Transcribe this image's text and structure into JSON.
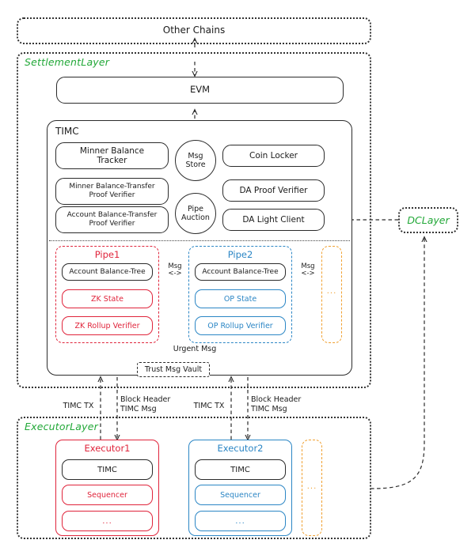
{
  "diagram": {
    "title": "Blockchain layered architecture diagram",
    "colors": {
      "green_layer_label": "#22a838",
      "red_pipe": "#e0243b",
      "blue_pipe": "#2b86c5",
      "amber_pipe": "#f0a030",
      "stroke": "#2b2b2b",
      "background": "#ffffff"
    }
  },
  "other_chains": {
    "label": "Other Chains"
  },
  "settlement_layer": {
    "label": "SettlementLayer",
    "evm": {
      "label": "EVM"
    },
    "timc": {
      "title": "TIMC",
      "left_modules": [
        {
          "label": "Minner Balance\nTracker",
          "line1": "Minner Balance",
          "line2": "Tracker"
        },
        {
          "label": "Minner Balance-Transfer\nProof Verifier",
          "line1": "Minner Balance-Transfer",
          "line2": "Proof Verifier"
        },
        {
          "label": "Account Balance-Transfer\nProof Verifier",
          "line1": "Account Balance-Transfer",
          "line2": "Proof Verifier"
        }
      ],
      "center_circles": [
        {
          "line1": "Msg",
          "line2": "Store"
        },
        {
          "line1": "Pipe",
          "line2": "Auction"
        }
      ],
      "right_modules": [
        {
          "label": "Coin Locker"
        },
        {
          "label": "DA Proof Verifier"
        },
        {
          "label": "DA Light Client"
        }
      ],
      "pipes": [
        {
          "title": "Pipe1",
          "color": "#e0243b",
          "items": [
            {
              "label": "Account Balance-Tree",
              "style": "neutral"
            },
            {
              "label": "ZK State",
              "style": "color"
            },
            {
              "label": "ZK Rollup Verifier",
              "style": "color"
            }
          ]
        },
        {
          "title": "Pipe2",
          "color": "#2b86c5",
          "items": [
            {
              "label": "Account Balance-Tree",
              "style": "neutral"
            },
            {
              "label": "OP State",
              "style": "color"
            },
            {
              "label": "OP Rollup Verifier",
              "style": "color"
            }
          ]
        },
        {
          "title": "",
          "color": "#f0a030",
          "items": [
            {
              "label": "...",
              "style": "ellipsis"
            }
          ]
        }
      ],
      "pipe_msg_labels": [
        {
          "line1": "Msg",
          "line2": "<->"
        },
        {
          "line1": "Msg",
          "line2": "<->"
        }
      ],
      "urgent_msg_label": "Urgent Msg",
      "trust_msg_vault_label": "Trust Msg Vault"
    }
  },
  "dc_layer": {
    "label": "DCLayer"
  },
  "executor_layer": {
    "label": "ExecutorLayer",
    "executors": [
      {
        "title": "Executor1",
        "color": "#e0243b",
        "items": [
          {
            "label": "TIMC",
            "style": "neutral"
          },
          {
            "label": "Sequencer",
            "style": "color"
          },
          {
            "label": "...",
            "style": "color"
          }
        ]
      },
      {
        "title": "Executor2",
        "color": "#2b86c5",
        "items": [
          {
            "label": "TIMC",
            "style": "neutral"
          },
          {
            "label": "Sequencer",
            "style": "color"
          },
          {
            "label": "...",
            "style": "color"
          }
        ]
      },
      {
        "title": "",
        "color": "#f0a030",
        "items": [
          {
            "label": "...",
            "style": "ellipsis"
          }
        ]
      }
    ],
    "connections": [
      {
        "up_label": "TIMC TX",
        "down_label_line1": "Block Header",
        "down_label_line2": "TIMC Msg"
      },
      {
        "up_label": "TIMC TX",
        "down_label_line1": "Block Header",
        "down_label_line2": "TIMC Msg"
      }
    ]
  }
}
